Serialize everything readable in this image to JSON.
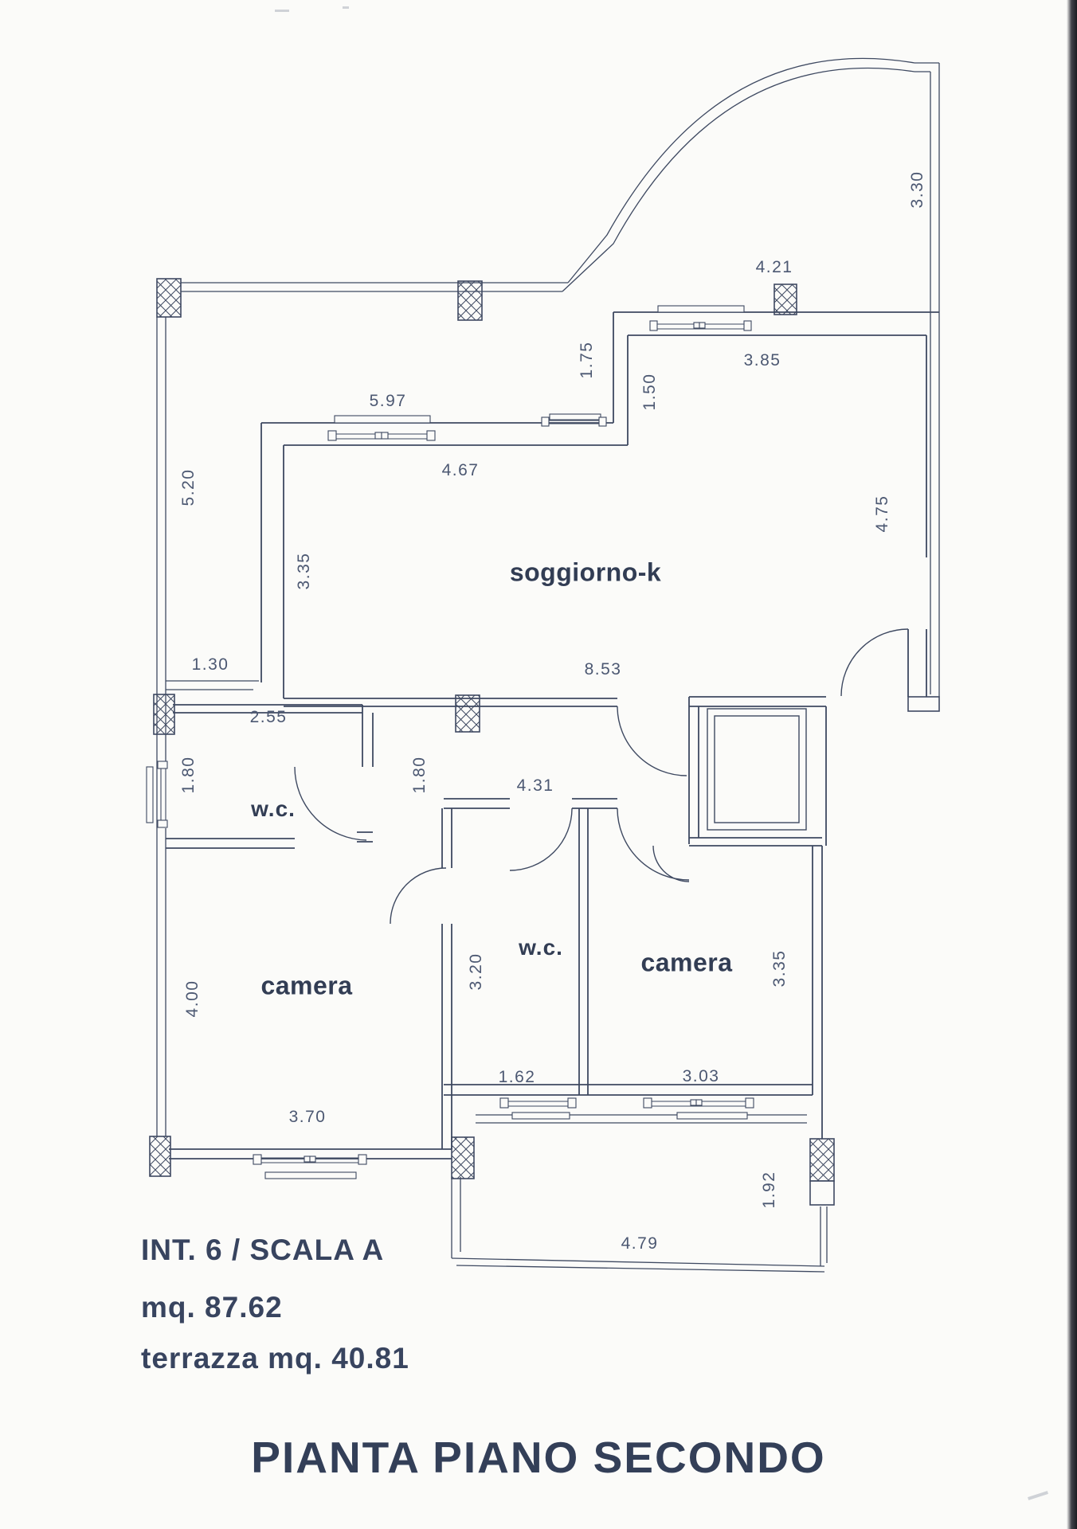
{
  "drawing": {
    "title": "PIANTA PIANO SECONDO",
    "info": {
      "unit_line": "INT. 6 / SCALA A",
      "area_line": "mq. 87.62",
      "terrace_line": "terrazza mq. 40.81"
    },
    "rooms": {
      "living": "soggiorno-k",
      "wc_left": "w.c.",
      "wc_middle": "w.c.",
      "bedroom_left": "camera",
      "bedroom_right": "camera"
    },
    "dimensions": {
      "terrace_right_height": "3.30",
      "upper_wall_width": "4.21",
      "upper_room_width": "3.85",
      "step_height": "1.75",
      "upper_room_height": "1.50",
      "terrace_top_width": "5.97",
      "living_top_width": "4.67",
      "terrace_left_height": "5.20",
      "living_left_height": "3.35",
      "living_right_height": "4.75",
      "terrace_bottom_strip": "1.30",
      "living_bottom_width": "8.53",
      "wc_left_width": "2.55",
      "wc_left_height": "1.80",
      "hall_left_height": "1.80",
      "hall_width": "4.31",
      "bedroom_left_height": "4.00",
      "wc_middle_height": "3.20",
      "bedroom_right_height": "3.35",
      "bedroom_left_width": "3.70",
      "wc_middle_width": "1.62",
      "bedroom_right_width": "3.03",
      "terrace_lower_right_height": "1.92",
      "terrace_lower_width": "4.79"
    },
    "colors": {
      "ink": "#3e4961",
      "paper": "#fbfbf9",
      "scan_edge": "#232327"
    }
  }
}
